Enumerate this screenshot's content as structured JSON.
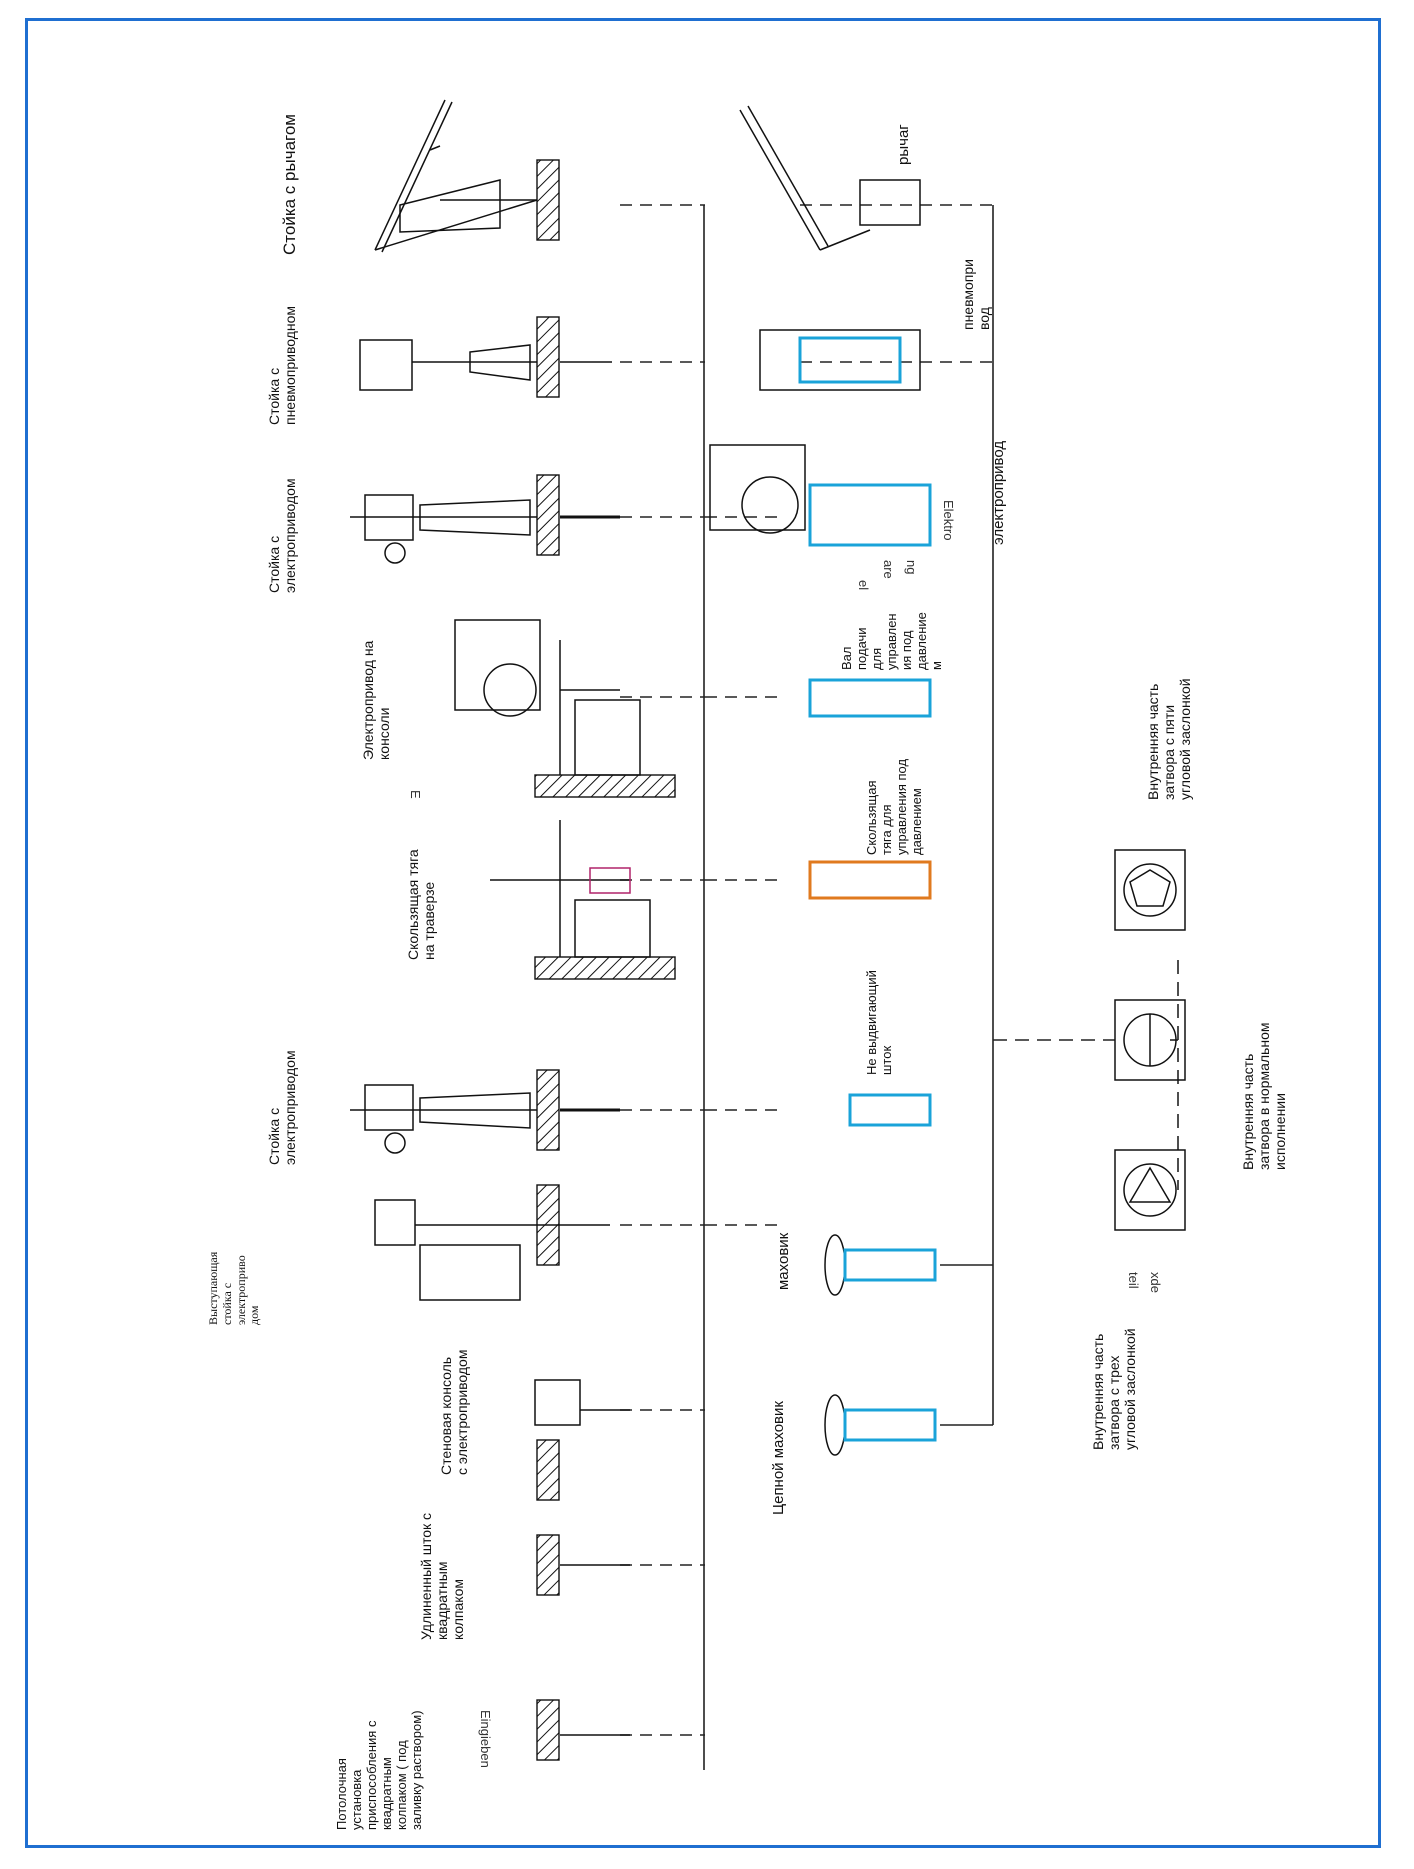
{
  "frame_color": "#1f6fd1",
  "accent_colors": {
    "blue": "#1aa3d9",
    "orange": "#e07a1f",
    "magenta": "#b0236a"
  },
  "labels": {
    "stand_lever": "Стойка с рычагом",
    "stand_pneumatic": "Стойка с\nпневмоприводном",
    "stand_electric_top": "Стойка с\nэлектроприводом",
    "electric_console": "Электропривод  на\nконсоли",
    "sliding_rod_traverse": "Скользящая тяга\nна траверзе",
    "stand_electric_mid": "Стойка с\nэлектроприводом",
    "protruding_stand": "Выступающая\nстойка с\nэлектроприво\nдом",
    "wall_console": "Стеновая консоль\nс электроприводом",
    "extended_stem": "Удлиненный шток с\nквадратным\nколпаком",
    "ceiling_mount": "Потолочная\nустановка\nприспособления с\nквадратным\nколпаком ( под\nзаливку раствором)",
    "lever": "рычаг",
    "pneumatic": "пневмопри\nвод",
    "electric": "электропривод",
    "shaft_feed": "Вал\nподачи\nдля\nуправлен\nия под\nдавление\nм",
    "sliding_rod_pressure": "Скользящая\nтяга для\nуправления под\nдавлением",
    "non_rising_stem": "Не выдвигающий\nшток",
    "handwheel": "маховик",
    "chain_handwheel": "Цепной  маховик",
    "interior_five": "Внутренняя часть\nзатвора с пяти\nугловой заслонкой",
    "interior_normal": "Внутренняя часть\nзатвора в нормальном\nисполнении",
    "interior_three": "Внутренняя часть\nзатвора с трех\nугловой заслонкой",
    "residual_elektro": "Elektro",
    "residual_el": "el",
    "residual_are": "are",
    "residual_ng": "ng",
    "residual_teil": "teil",
    "residual_xde": "xde",
    "residual_eingieben": "Eingieben",
    "residual_e": "E"
  }
}
